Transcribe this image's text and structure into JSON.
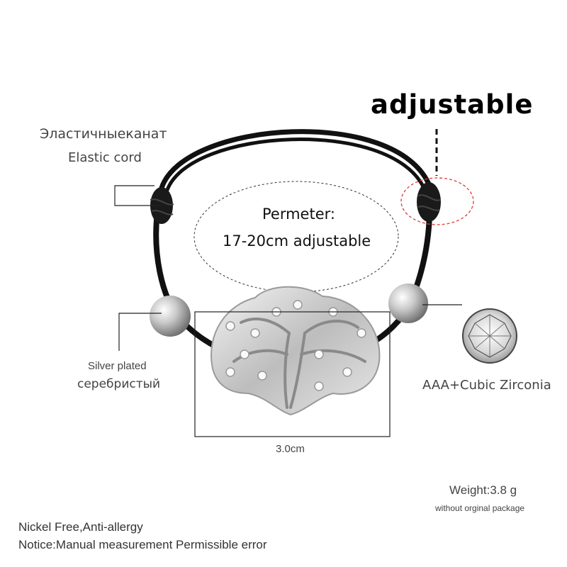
{
  "labels": {
    "adjustable": "adjustable",
    "cord_ru": "Эластичныеканат",
    "cord_en": "Elastic cord",
    "perimeter_line1": "Permeter:",
    "perimeter_line2": "17-20cm adjustable",
    "silver_en": "Silver plated",
    "silver_ru": "серебристый",
    "zirconia": "AAA+Cubic Zirconia",
    "width": "3.0cm",
    "weight": "Weight:3.8 g",
    "weight_note": "without orginal package",
    "nickel": "Nickel Free,Anti-allergy",
    "notice": "Notice:Manual measurement Permissible error"
  },
  "colors": {
    "background": "#ffffff",
    "cord": "#111111",
    "metal": "#c8c8c8",
    "knot_circle": "#e03a3a",
    "guide_lines": "#222222"
  },
  "icons": {
    "pendant": "tree-of-life-pendant",
    "stone": "cubic-zirconia-gem",
    "beads": "silver-bead"
  }
}
